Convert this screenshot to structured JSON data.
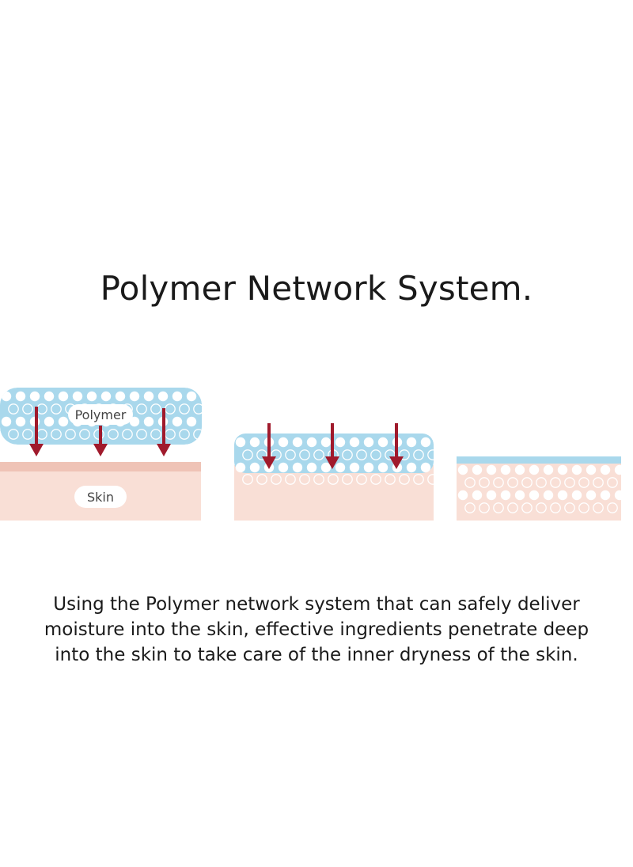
{
  "title": "Polymer Network System.",
  "diagram": {
    "labels": {
      "polymer": "Polymer",
      "skin": "Skin"
    },
    "stages": [
      "polymer-above-skin",
      "polymer-penetrating",
      "absorbed-into-skin"
    ]
  },
  "description": {
    "lines": [
      "Using the Polymer network system that can safely deliver",
      "moisture into the skin, effective ingredients penetrate deep",
      "into the skin to take care of the inner dryness of the skin."
    ]
  },
  "colors": {
    "polymer_blue": "#a9d8ec",
    "skin_pink": "#f9dfd6",
    "skin_surface": "#efc3b6",
    "arrow_red": "#a01a2c",
    "text": "#1a1a1a"
  }
}
